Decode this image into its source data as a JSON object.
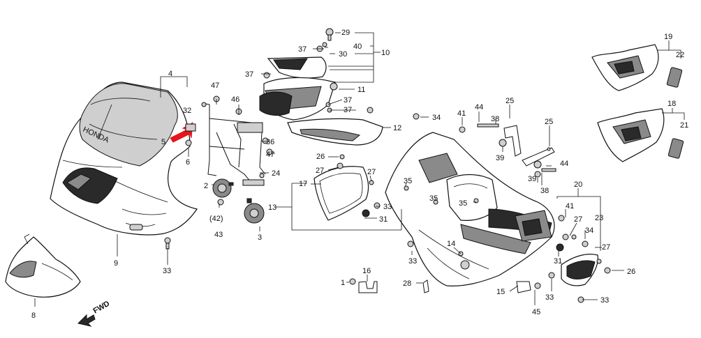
{
  "diagram": {
    "arrow_color": "#e8141b",
    "fwd_label": "FWD",
    "brand_text": "HONDA",
    "labels": {
      "c1": "1",
      "c2": "2",
      "c3": "3",
      "c4": "4",
      "c5": "5",
      "c6": "6",
      "c8": "8",
      "c9": "9",
      "c10": "10",
      "c11": "11",
      "c12": "12",
      "c13": "13",
      "c14": "14",
      "c15": "15",
      "c16": "16",
      "c17": "17",
      "c18": "18",
      "c19": "19",
      "c20": "20",
      "c21": "21",
      "c22": "22",
      "c23": "23",
      "c24": "24",
      "c25a": "25",
      "c25b": "25",
      "c26a": "26",
      "c26b": "26",
      "c27a": "27",
      "c27b": "27",
      "c27c": "27",
      "c27d": "27",
      "c28": "28",
      "c29": "29",
      "c30": "30",
      "c31a": "31",
      "c31b": "31",
      "c32": "32",
      "c33a": "33",
      "c33b": "33",
      "c33c": "33",
      "c33d": "33",
      "c33e": "33",
      "c34a": "34",
      "c34b": "34",
      "c35a": "35",
      "c35b": "35",
      "c35c": "35",
      "c36": "36",
      "c37a": "37",
      "c37b": "37",
      "c37c": "37",
      "c37d": "37",
      "c38a": "38",
      "c38b": "38",
      "c39a": "39",
      "c39b": "39",
      "c40": "40",
      "c41a": "41",
      "c41b": "41",
      "c42": "(42)",
      "c43": "43",
      "c44a": "44",
      "c44b": "44",
      "c45": "45",
      "c46": "46",
      "c47a": "47",
      "c47b": "47"
    }
  }
}
